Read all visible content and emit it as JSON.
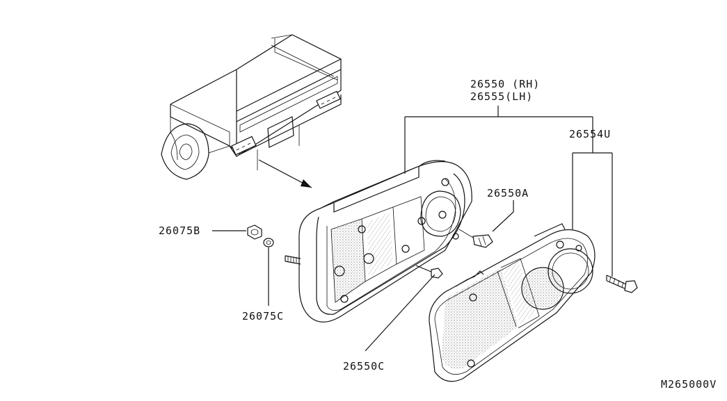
{
  "labels": {
    "housing_rh": "26550 (RH)",
    "housing_lh": "26555(LH)",
    "lens": "26554U",
    "bulb": "26550A",
    "nut": "26075B",
    "washer": "26075C",
    "screw": "26550C"
  },
  "diagram_code": "M265000V"
}
